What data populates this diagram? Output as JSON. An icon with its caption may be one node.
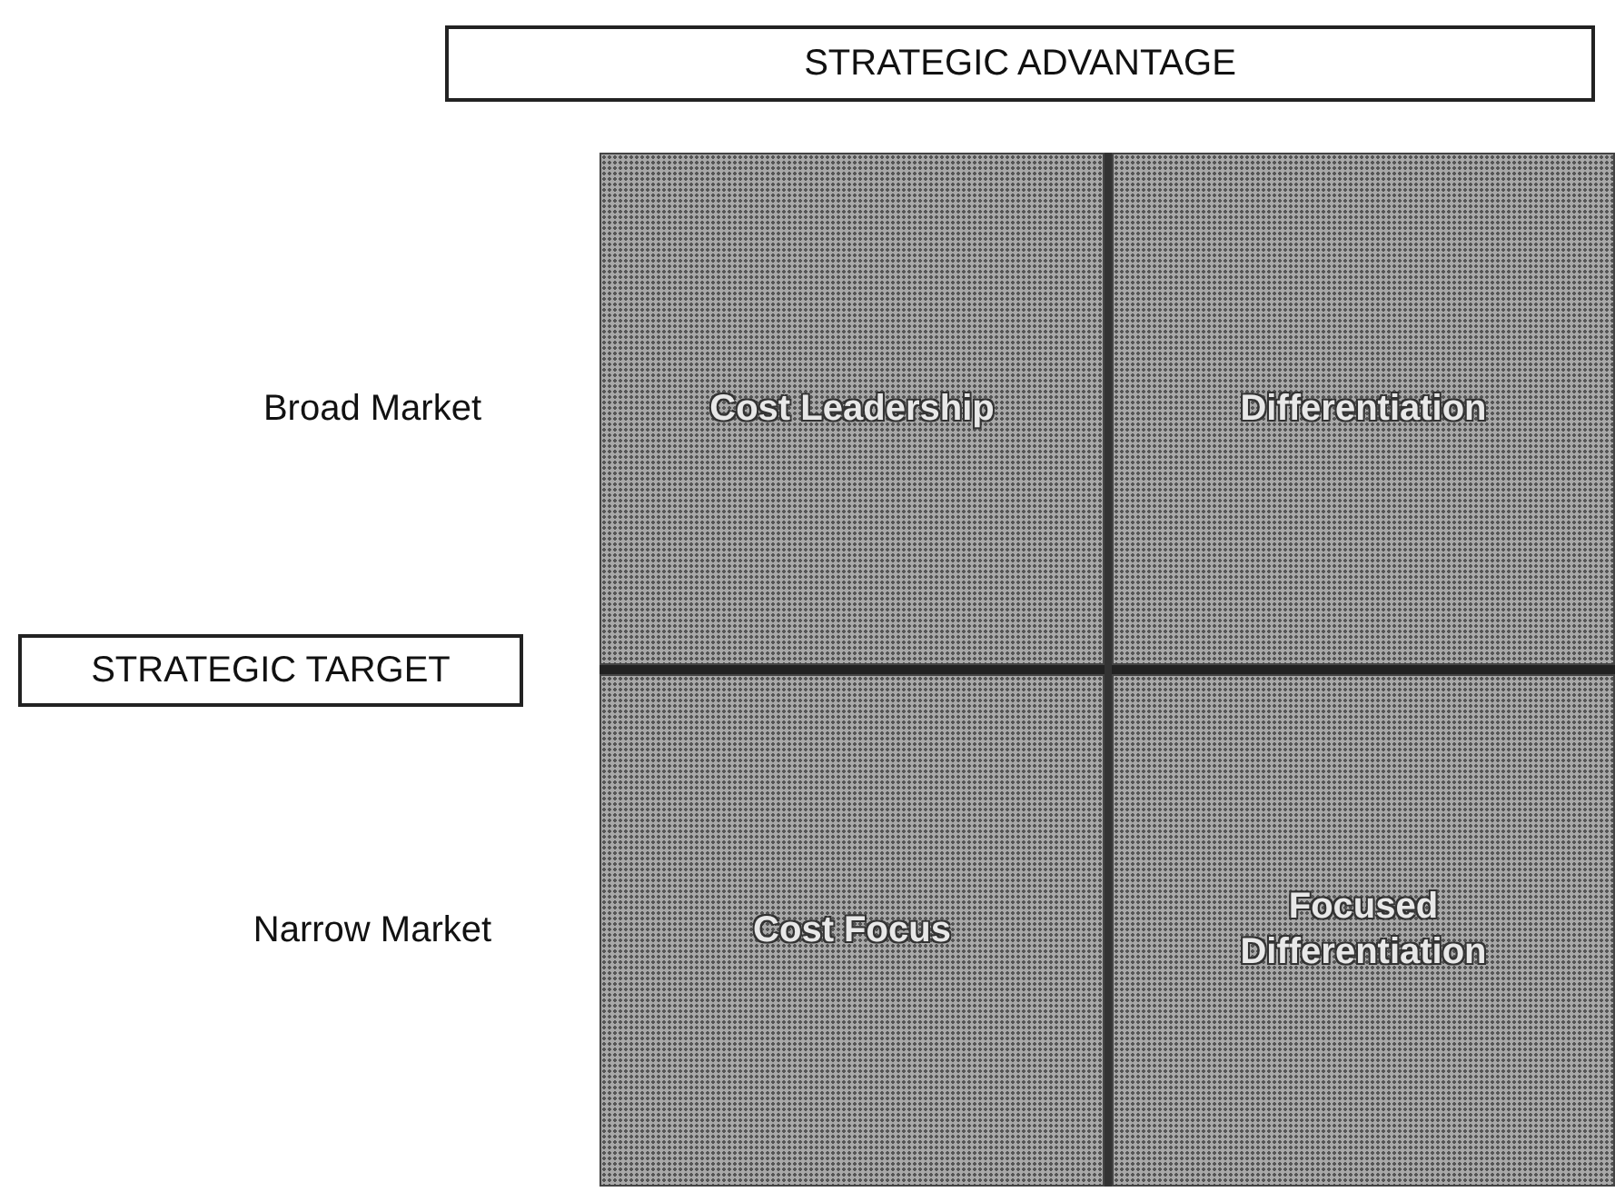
{
  "diagram": {
    "nodes": [
      {
        "text": [
          "STRATEGIC ADVANTAGE"
        ]
      },
      {
        "text": [
          "Cost Leadership"
        ]
      },
      {
        "text": [
          "Differentiation"
        ]
      },
      {
        "text": [
          "STRATEGIC TARGET"
        ]
      },
      {
        "text": [
          "Cost Focus"
        ]
      },
      {
        "text": [
          "Focused Differentiation"
        ]
      }
    ],
    "labels": [
      "Broad Market",
      "Narrow Market"
    ]
  }
}
